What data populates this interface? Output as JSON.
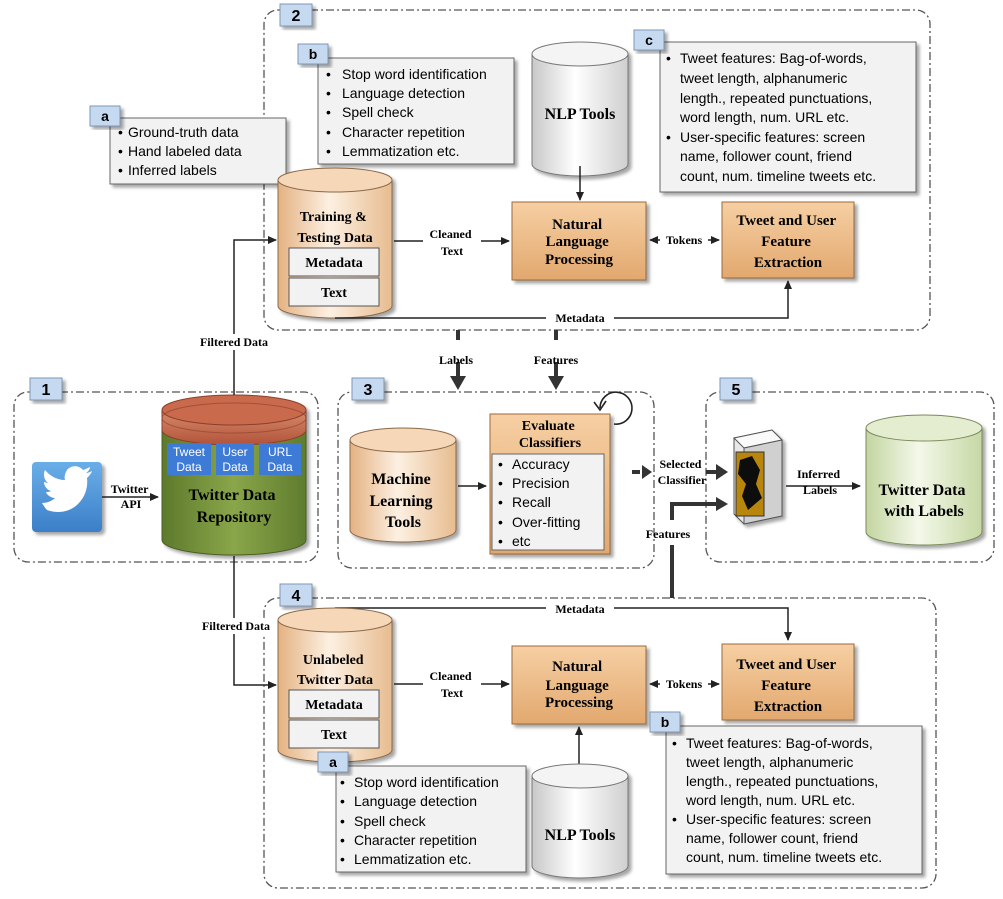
{
  "colors": {
    "section_border": "#555555",
    "badge_fill": "#c5d9f1",
    "badge_border": "#7f96b5",
    "process_fill": "#f0c08c",
    "process_fill_dark": "#d99a5b",
    "process_border": "#9c6b3b",
    "note_fill": "#f2f2f2",
    "note_border": "#666666",
    "cyl_light_top": "#ffffff",
    "cyl_light_bottom": "#d9d9d9",
    "cyl_orange_top": "#fbe3cc",
    "cyl_orange_bottom": "#e7b98a",
    "repo_top": "#c0644a",
    "repo_body": "#76923c",
    "green_cyl": "#d7e4bd",
    "twitter_blue": "#4a90d9",
    "chip_blue": "#3e7bd6",
    "arrow": "#222222"
  },
  "icons": {
    "twitter": "twitter-bird-icon",
    "classifier": "classifier-box-icon",
    "loop": "refresh-loop-icon"
  },
  "sections": [
    {
      "number": "1"
    },
    {
      "number": "2"
    },
    {
      "number": "3"
    },
    {
      "number": "4"
    },
    {
      "number": "5"
    }
  ],
  "section1": {
    "twitter_api_label": [
      "Twitter",
      "API"
    ],
    "repository_title": [
      "Twitter Data",
      "Repository"
    ],
    "chips": [
      [
        "Tweet",
        "Data"
      ],
      [
        "User",
        "Data"
      ],
      [
        "URL",
        "Data"
      ]
    ],
    "filtered_data_up": "Filtered Data",
    "filtered_data_down": "Filtered Data"
  },
  "section2": {
    "note_a": {
      "tag": "a",
      "items": [
        "Ground-truth data",
        "Hand labeled data",
        "Inferred labels"
      ]
    },
    "note_b": {
      "tag": "b",
      "items": [
        "Stop word identification",
        "Language detection",
        "Spell check",
        "Character repetition",
        "Lemmatization etc."
      ]
    },
    "note_c": {
      "tag": "c",
      "items": [
        [
          "Tweet features: Bag-of-words,",
          "tweet length, alphanumeric",
          "length., repeated punctuations,",
          "word length, num. URL etc."
        ],
        [
          "User-specific features: screen",
          "name, follower count, friend",
          "count, num. timeline tweets etc."
        ]
      ]
    },
    "training_db_title": [
      "Training &",
      "Testing Data"
    ],
    "metadata_label": "Metadata",
    "text_label": "Text",
    "nlp_tools": "NLP Tools",
    "nlp_box": [
      "Natural",
      "Language",
      "Processing"
    ],
    "feature_box": [
      "Tweet and User",
      "Feature",
      "Extraction"
    ],
    "cleaned_text": [
      "Cleaned",
      "Text"
    ],
    "tokens": "Tokens",
    "metadata_line": "Metadata"
  },
  "between": {
    "labels": "Labels",
    "features": "Features"
  },
  "section3": {
    "ml_tools": [
      "Machine",
      "Learning",
      "Tools"
    ],
    "evaluate_title": [
      "Evaluate",
      "Classifiers"
    ],
    "evaluate_items": [
      "Accuracy",
      "Precision",
      "Recall",
      "Over-fitting",
      "etc"
    ]
  },
  "section5": {
    "selected_classifier": [
      "Selected",
      "Classifier"
    ],
    "features": "Features",
    "inferred_labels": [
      "Inferred",
      "Labels"
    ],
    "labeled_db": [
      "Twitter Data",
      "with Labels"
    ]
  },
  "section4": {
    "metadata_line": "Metadata",
    "unlabeled_db_title": [
      "Unlabeled",
      "Twitter Data"
    ],
    "metadata_label": "Metadata",
    "text_label": "Text",
    "cleaned_text": [
      "Cleaned",
      "Text"
    ],
    "nlp_box": [
      "Natural",
      "Language",
      "Processing"
    ],
    "tokens": "Tokens",
    "feature_box": [
      "Tweet and User",
      "Feature",
      "Extraction"
    ],
    "nlp_tools": "NLP Tools",
    "note_a": {
      "tag": "a",
      "items": [
        "Stop word identification",
        "Language detection",
        "Spell check",
        "Character repetition",
        "Lemmatization etc."
      ]
    },
    "note_b": {
      "tag": "b",
      "items": [
        [
          "Tweet features: Bag-of-words,",
          "tweet length, alphanumeric",
          "length., repeated punctuations,",
          "word length, num. URL etc."
        ],
        [
          "User-specific features: screen",
          "name, follower count, friend",
          "count, num. timeline tweets etc."
        ]
      ]
    }
  }
}
